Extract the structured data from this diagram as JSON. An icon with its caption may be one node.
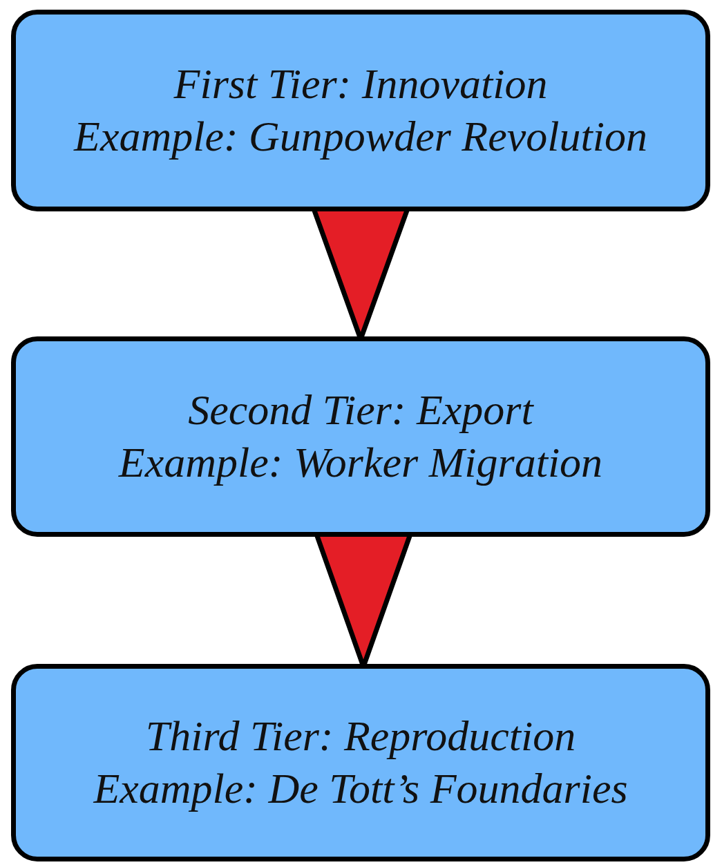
{
  "diagram": {
    "nodes": [
      {
        "text": [
          "First Tier: Innovation",
          "Example: Gunpowder Revolution"
        ]
      },
      {
        "text": [
          "Second Tier: Export",
          "Example: Worker Migration"
        ]
      },
      {
        "text": [
          "Third Tier: Reproduction",
          "Example: De Tott’s Foundaries"
        ]
      }
    ],
    "edges": [
      {
        "from": 0,
        "to": 1,
        "arrow": "to"
      },
      {
        "from": 1,
        "to": 2,
        "arrow": "to"
      }
    ]
  }
}
